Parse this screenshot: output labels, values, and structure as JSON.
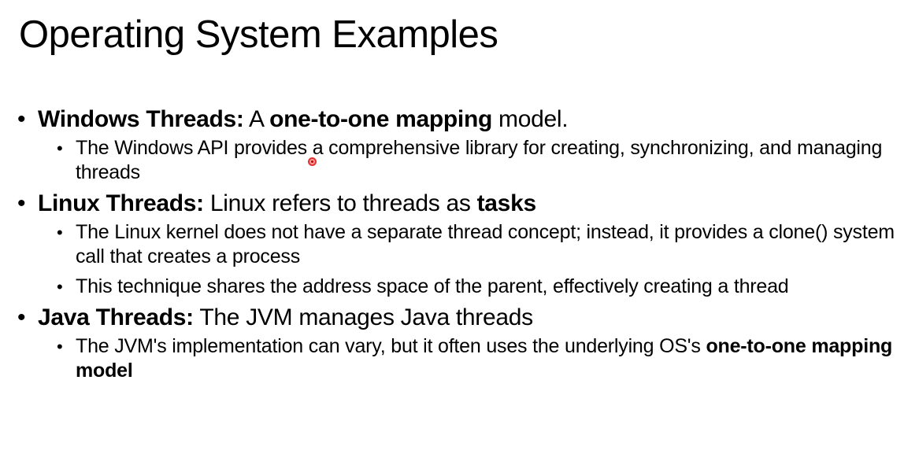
{
  "slide": {
    "title": "Operating System Examples"
  },
  "bullet_glyph": "•",
  "sections": {
    "windows": {
      "label": "Windows Threads:",
      "text_pre": " A ",
      "text_bold": "one-to-one mapping",
      "text_post": " model.",
      "sub1": "The Windows API provides a comprehensive library for creating, synchronizing, and managing threads"
    },
    "linux": {
      "label": "Linux Threads:",
      "text_pre": " Linux refers to threads as ",
      "text_bold": "tasks",
      "sub1": "The Linux kernel does not have a separate thread concept; instead, it provides a clone() system call that creates a process",
      "sub2": "This technique shares the address space of the parent, effectively creating a thread"
    },
    "java": {
      "label": "Java Threads:",
      "text_pre": " The JVM manages Java threads",
      "sub1_pre": "The JVM's implementation can vary, but it often uses the underlying OS's ",
      "sub1_bold": "one-to-one mapping model"
    }
  }
}
